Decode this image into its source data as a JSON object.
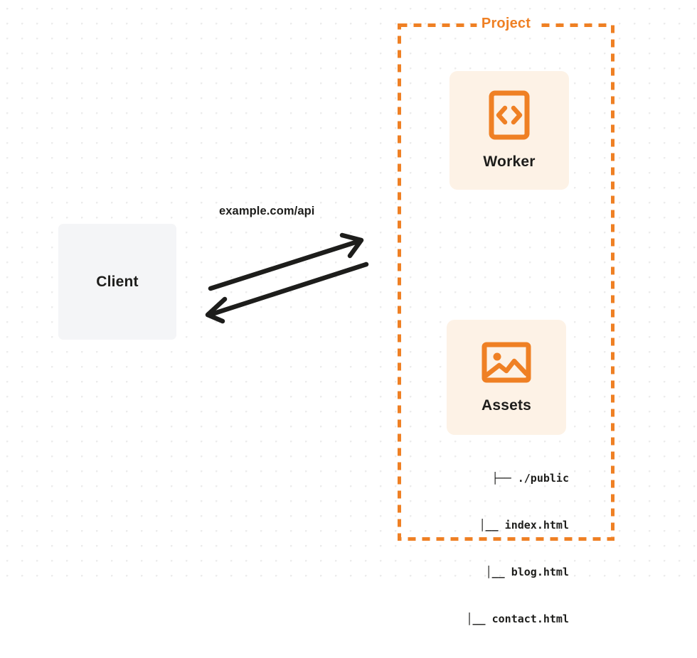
{
  "diagram": {
    "background": {
      "dot_color": "#ececec",
      "page_color": "#ffffff"
    },
    "client": {
      "label": "Client",
      "fill": "#f4f5f7"
    },
    "connection": {
      "label": "example.com/api",
      "stroke": "#1d1d1b",
      "request_direction": "client-to-project",
      "response_direction": "project-to-client"
    },
    "project": {
      "title": "Project",
      "border_color": "#ef8024",
      "border_style": "dashed",
      "cards": [
        {
          "label": "Worker",
          "icon": "code-brackets-icon",
          "fill": "#fdf2e6",
          "icon_color": "#ef8024"
        },
        {
          "label": "Assets",
          "icon": "image-photo-icon",
          "fill": "#fdf2e6",
          "icon_color": "#ef8024"
        }
      ],
      "file_tree": [
        {
          "prefix": "├── ",
          "name": "./public"
        },
        {
          "prefix": "│__ ",
          "name": "index.html"
        },
        {
          "prefix": "│__ ",
          "name": "blog.html"
        },
        {
          "prefix": "│__ ",
          "name": "contact.html"
        }
      ]
    }
  }
}
